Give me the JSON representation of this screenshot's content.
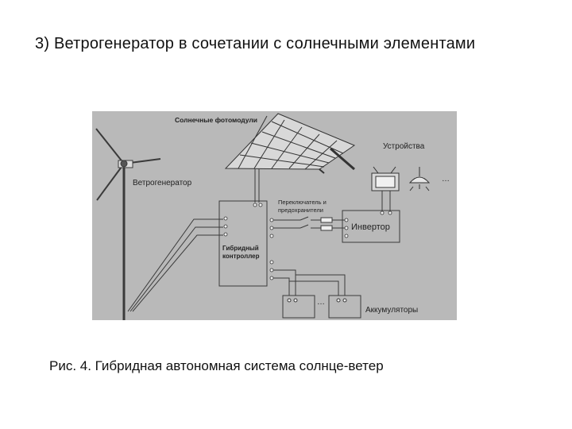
{
  "slide": {
    "title": "3) Ветрогенератор в сочетании с солнечными элементами"
  },
  "diagram": {
    "labels": {
      "solar_modules": "Солнечные фотомодули",
      "devices": "Устройства",
      "wind_generator": "Ветрогенератор",
      "switches_line1": "Переключатель и",
      "switches_line2": "предохранители",
      "inverter": "Инвертор",
      "controller_line1": "Гибридный",
      "controller_line2": "контроллер",
      "batteries": "Аккумуляторы"
    },
    "colors": {
      "background": "#b9b9b9",
      "line": "#3a3a3a",
      "panel": "#d8d8d8"
    }
  },
  "caption": "Рис. 4.  Гибридная автономная система солнце-ветер"
}
